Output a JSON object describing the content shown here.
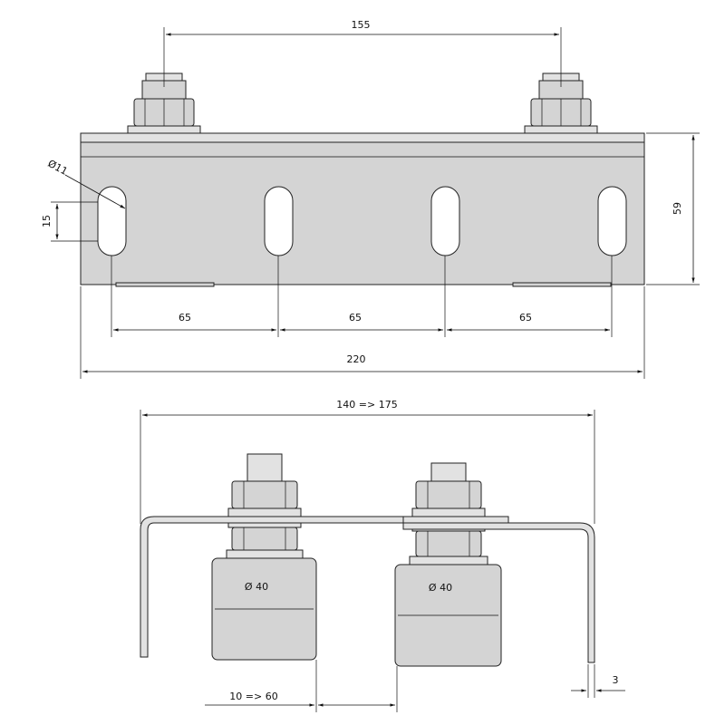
{
  "top_view": {
    "dims": {
      "bolt_spacing": "155",
      "height": "59",
      "slot_diameter": "Ø11",
      "slot_height": "15",
      "spacing_1": "65",
      "spacing_2": "65",
      "spacing_3": "65",
      "total_width": "220"
    }
  },
  "side_view": {
    "dims": {
      "width_range": "140 => 175",
      "wheel_1_diameter": "Ø 40",
      "wheel_2_diameter": "Ø 40",
      "wheel_gap": "10 => 60",
      "plate_thickness": "3"
    }
  },
  "colors": {
    "metal": "#d4d4d4",
    "metal_light": "#e2e2e2",
    "line": "#222222",
    "background": "#ffffff"
  }
}
